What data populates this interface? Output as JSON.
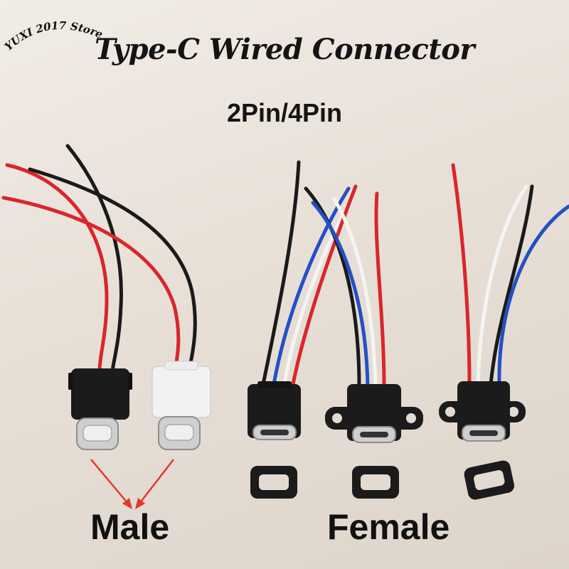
{
  "store_name": "YUXI 2017 Store",
  "title": "Type-C Wired Connector",
  "subtitle": "2Pin/4Pin",
  "labels": {
    "male": "Male",
    "female": "Female"
  },
  "colors": {
    "wire_red": "#d9262b",
    "wire_black": "#1a1a1a",
    "wire_blue": "#2450c4",
    "wire_white": "#f4f4f4",
    "arrow": "#e0392b",
    "housing_black": "#1b1b1b",
    "housing_white": "#f2f2f2"
  }
}
